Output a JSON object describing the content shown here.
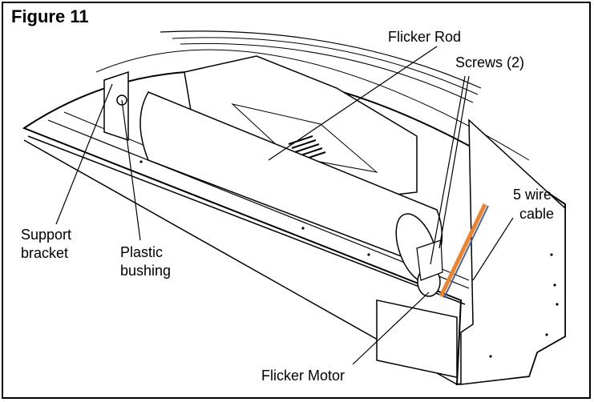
{
  "figure": {
    "title": "Figure 11",
    "labels": {
      "flicker_rod": "Flicker Rod",
      "screws": "Screws (2)",
      "five_wire_cable_1": "5 wire",
      "five_wire_cable_2": "cable",
      "support_bracket_1": "Support",
      "support_bracket_2": "bracket",
      "plastic_bushing_1": "Plastic",
      "plastic_bushing_2": "bushing",
      "flicker_motor": "Flicker Motor"
    },
    "colors": {
      "line": "#000000",
      "background": "#ffffff",
      "cable_orange": "#f0832a",
      "cable_blue": "#3c63b4",
      "panel_fill": "#ffffff"
    }
  }
}
